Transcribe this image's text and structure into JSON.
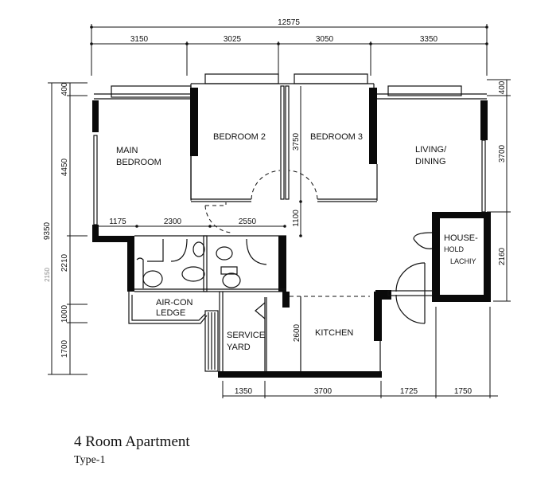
{
  "plan": {
    "title": "4 Room Apartment",
    "subtitle": "Type-1"
  },
  "dimensions": {
    "top_total": "12575",
    "top_segments": [
      "3150",
      "3025",
      "3050",
      "3350"
    ],
    "left_total": "9350",
    "left_outer_faint": "2150",
    "left_segments": [
      "400",
      "4450",
      "2210",
      "1000",
      "1700"
    ],
    "right_segments": [
      "400",
      "3700",
      "2160"
    ],
    "inner_horizontal": [
      "1175",
      "2300",
      "2550"
    ],
    "inner_vertical": [
      "3750",
      "1100",
      "2600"
    ],
    "bottom_segments": [
      "1350",
      "3700",
      "1725",
      "1750"
    ]
  },
  "rooms": {
    "main_bedroom": [
      "MAIN",
      "BEDROOM"
    ],
    "bedroom2": "BEDROOM  2",
    "bedroom3": "BEDROOM  3",
    "living": [
      "LIVING/",
      "DINING"
    ],
    "household": [
      "HOUSE-",
      "HOLD",
      "LACHIY"
    ],
    "aircon": [
      "AIR-CON",
      "LEDGE"
    ],
    "service": [
      "SERVICE",
      "YARD"
    ],
    "kitchen": "KITCHEN"
  }
}
